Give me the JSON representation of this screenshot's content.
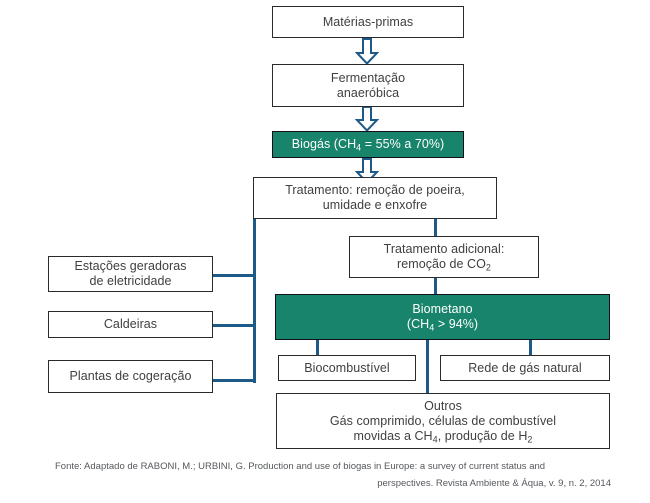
{
  "diagram": {
    "title": "Fluxograma de producao e uso de biogas",
    "colors": {
      "green_fill": "#18846b",
      "connector_blue": "#1d5a87",
      "box_border": "#2b2b2b",
      "text": "#3f3f3f",
      "caption_text": "#55585c"
    },
    "nodes": {
      "materias_primas": {
        "label": "Matérias-primas"
      },
      "fermentacao": {
        "line1": "Fermentação",
        "line2": "anaeróbica"
      },
      "biogas": {
        "prefix": "Biogás (CH",
        "sub": "4",
        "suffix": " = 55% a 70%)"
      },
      "tratamento": {
        "line1": "Tratamento: remoção de poeira,",
        "line2": "umidade e enxofre"
      },
      "tratamento_adicional": {
        "line1": "Tratamento adicional:",
        "line2_prefix": "remoção de CO",
        "line2_sub": "2"
      },
      "biometano": {
        "line1": "Biometano",
        "line2_prefix": "(CH",
        "line2_sub": "4",
        "line2_suffix": " > 94%)"
      },
      "estacoes": {
        "line1": "Estações geradoras",
        "line2": "de eletricidade"
      },
      "caldeiras": {
        "label": "Caldeiras"
      },
      "cogeracao": {
        "label": "Plantas de cogeração"
      },
      "biocombustivel": {
        "label": "Biocombustível"
      },
      "rede_gas": {
        "label": "Rede de gás natural"
      },
      "outros": {
        "line1": "Outros",
        "line2": "Gás comprimido, células de combustível",
        "line3_a": "movidas a CH",
        "line3_sub1": "4",
        "line3_b": ", produção de H",
        "line3_sub2": "2"
      }
    },
    "caption": {
      "line1": "Fonte: Adaptado de RABONI, M.; URBINI, G. Production and use of biogas in Europe: a survey of current status and",
      "line2": "perspectives. Revista Ambiente & Áqua, v. 9, n. 2, 2014"
    }
  }
}
